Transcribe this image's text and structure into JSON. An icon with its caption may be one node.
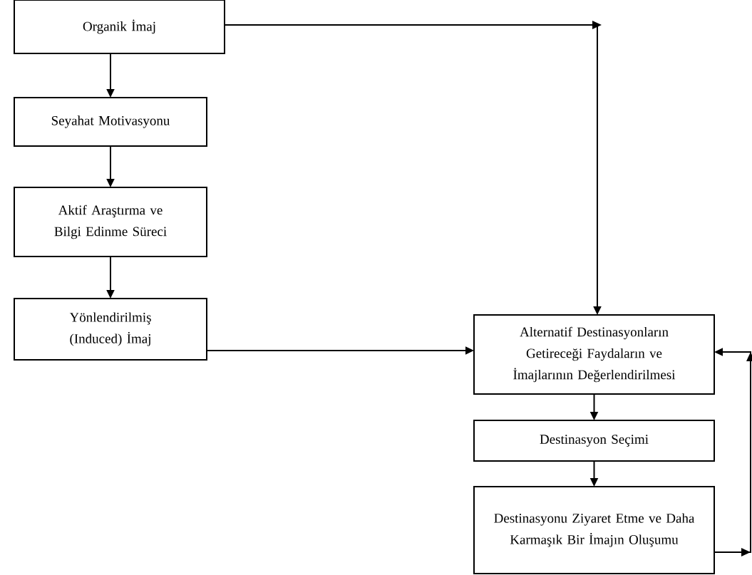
{
  "diagram": {
    "nodes": [
      {
        "text": [
          "Organik İmaj"
        ]
      },
      {
        "text": [
          "Seyahat Motivasyonu"
        ]
      },
      {
        "text": [
          "Aktif Araştırma ve Bilgi Edinme Süreci"
        ]
      },
      {
        "text": [
          "Yönlendirilmiş (Induced) İmaj"
        ]
      },
      {
        "text": [
          "Alternatif Destinasyonların Getireceği Faydaların ve İmajlarının Değerlendirilmesi"
        ]
      },
      {
        "text": [
          "Destinasyon Seçimi"
        ]
      },
      {
        "text": [
          "Destinasyonu Ziyaret Etme ve Daha Karmaşık Bir İmajın Oluşumu"
        ]
      }
    ],
    "edges": [
      {
        "from": 0,
        "to": 1,
        "arrow": "to"
      },
      {
        "from": 1,
        "to": 2,
        "arrow": "to"
      },
      {
        "from": 2,
        "to": 3,
        "arrow": "to"
      },
      {
        "from": 0,
        "to": 4,
        "arrow": "to"
      },
      {
        "from": 3,
        "to": 4,
        "arrow": "to"
      },
      {
        "from": 4,
        "to": 5,
        "arrow": "to"
      },
      {
        "from": 5,
        "to": 6,
        "arrow": "to"
      },
      {
        "from": 6,
        "to": 4,
        "arrow": "to"
      }
    ]
  }
}
